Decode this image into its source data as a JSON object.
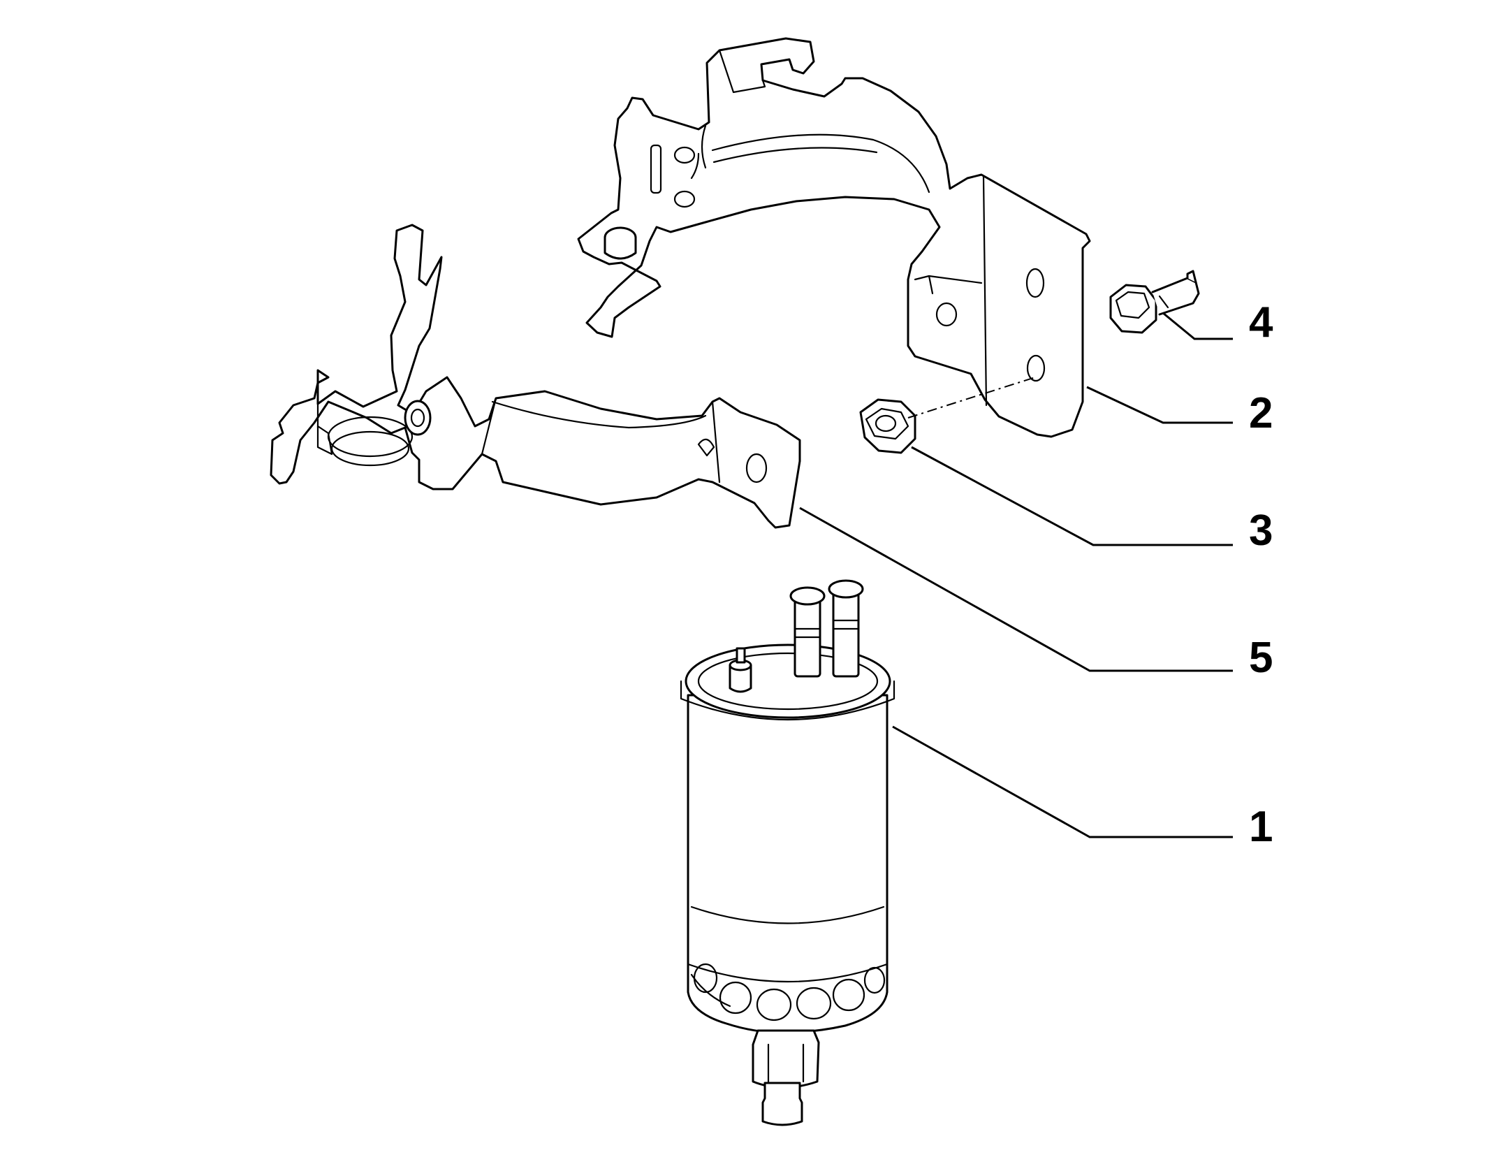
{
  "diagram": {
    "parts": [
      {
        "id": "fuel-filter",
        "callout": "1"
      },
      {
        "id": "upper-bracket",
        "callout": "2"
      },
      {
        "id": "nut",
        "callout": "3"
      },
      {
        "id": "bolt",
        "callout": "4"
      },
      {
        "id": "lower-bracket",
        "callout": "5"
      }
    ],
    "callouts": {
      "c1": "1",
      "c2": "2",
      "c3": "3",
      "c4": "4",
      "c5": "5"
    }
  }
}
